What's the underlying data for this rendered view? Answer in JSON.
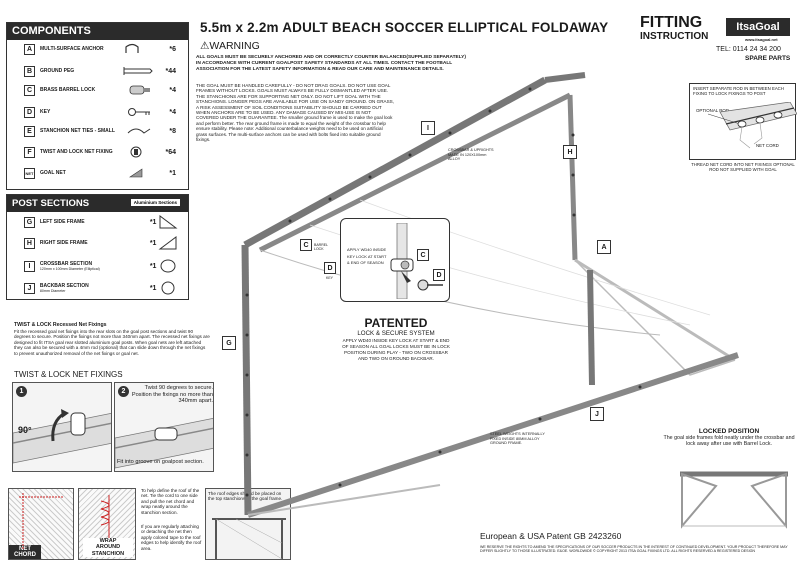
{
  "title": "5.5m x 2.2m ADULT BEACH SOCCER ELLIPTICAL FOLDAWAY",
  "fitting": "FITTING",
  "instruction": "INSTRUCTION",
  "brand": "ItsaGoal",
  "brand_url": "www.itsagoal.net",
  "tel": "TEL: 0114 24 34 200",
  "spare_parts": "SPARE PARTS",
  "components": {
    "heading": "COMPONENTS",
    "items": [
      {
        "letter": "A",
        "name": "MULTI-SURFACE ANCHOR",
        "qty": "*6"
      },
      {
        "letter": "B",
        "name": "GROUND PEG",
        "qty": "*44"
      },
      {
        "letter": "C",
        "name": "BRASS BARREL LOCK",
        "qty": "*4"
      },
      {
        "letter": "D",
        "name": "KEY",
        "qty": "*4"
      },
      {
        "letter": "E",
        "name": "STANCHION NET TIES - SMALL",
        "qty": "*8"
      },
      {
        "letter": "F",
        "name": "TWIST AND LOCK NET FIXING",
        "qty": "*64"
      },
      {
        "letter": "NET",
        "name": "GOAL NET",
        "qty": "*1"
      }
    ]
  },
  "post_sections": {
    "heading": "POST SECTIONS",
    "badge": "Aluminium Sections",
    "items": [
      {
        "letter": "G",
        "name": "LEFT SIDE FRAME",
        "sub": "",
        "qty": "*1"
      },
      {
        "letter": "H",
        "name": "RIGHT SIDE FRAME",
        "sub": "",
        "qty": "*1"
      },
      {
        "letter": "I",
        "name": "CROSSBAR SECTION",
        "sub": "120mm x 100mm Diameter (Elliptical)",
        "qty": "*1"
      },
      {
        "letter": "J",
        "name": "BACKBAR SECTION",
        "sub": "80mm Diameter",
        "qty": "*1"
      }
    ]
  },
  "twist_lock": {
    "heading": "TWIST & LOCK Recessed Net Fixings",
    "body": "Fit the recessed goal net fixings into the rear slots on the goal post sections and twist 90 degrees to secure. Position the fixings not more than 340mm apart. The recessed net fixings are designed to fit ITSA goal rear slotted aluminium goal posts. When goal nets are left attached they can also be secured with a 4mm rod (optional) that can slide down through the net fixings to prevent unauthorized removal of the net fixings or goal net.",
    "subheading": "TWIST & LOCK NET FIXINGS",
    "step1_num": "1",
    "step1_angle": "90°",
    "step1_caption": "Fit into groove on goalpost section.",
    "step2_num": "2",
    "step2_caption": "Twist 90 degrees to secure. Position the fixings no more than 340mm apart."
  },
  "net_boxes": {
    "net_label": "NET",
    "chord_label": "CHORD",
    "wrap_label": "WRAP",
    "around_label": "AROUND",
    "stanchion_label": "STANCHION",
    "help_text": "To help define the roof of the net. Tie the cord to one side and pull the net chord and wrap neatly around the stanchion section.",
    "regular_text": "If you are regularly attaching or detaching the net then apply colored tape to the roof edges to help identify the roof area.",
    "roof_text": "The roof edges should be placed on the top stanchions of the goal frame."
  },
  "warning": {
    "heading": "WARNING",
    "bold_text": "ALL GOALS MUST BE SECURELY ANCHORED AND OR CORRECTLY COUNTER BALANCED(SUPPLIED SEPARATELY) IN ACCORDANCE WITH CURRENT GOALPOST SAFETY STANDARDS AT ALL TIMES. CONTACT THE FOOTBALL ASSOCIATION FOR THE LATEST SAFETY INFORMATION & READ OUR CARE AND MAINTENANCE DETAILS.",
    "body": "THE GOAL MUST BE HANDLED CAREFULLY - DO NOT DRAG GOALS. DO NOT USE GOAL FRAMES WITHOUT LOCKS. GOALS MUST ALWAYS BE FULLY DISMANTLED AFTER USE. THE STANCHIONS ARE FOR SUPPORTING NET ONLY. DO NOT LIFT GOAL WITH THE STANCHIONS. LONGER PEGS ARE AVAILABLE FOR USE ON SANDY GROUND. ON GRASS, A RISK ASSESSMENT OF SOIL CONDITIONS SUITABILITY SHOULD BE CARRIED OUT WHEN ANCHORS ARE TO BE USED. ANY DAMAGE CAUSED BY MIS-USE IS NOT COVERED UNDER THE GUARANTEE. The smaller ground frame is used to make the goal look and perform better. The rear ground frame is made to equal the weight of the crossbar to help ensure stability. Please note: Additional counterbalance weights need to be used on artificial grass surfaces. The multi-surface anchors can be used with bolts fixed into suitable ground fixings."
  },
  "diagram": {
    "crossbar_note": "CROSSBAR & UPRIGHTS MADE IN 120X100mm ALLOY",
    "barrel_lock": "BARREL LOCK",
    "key": "KEY",
    "apply_note": "APPLY WD40 INSIDE KEY LOCK AT START & END OF SEASON",
    "steel_note": "STEEL WEIGHTS INTERNALLY FIXED INSIDE 80MM ALLOY GROUND FRAME.",
    "label_i": "I",
    "label_h": "H",
    "label_a": "A",
    "label_g": "G",
    "label_j": "J",
    "label_c": "C",
    "label_d": "D"
  },
  "patented": {
    "heading": "PATENTED",
    "sub": "LOCK & SECURE SYSTEM",
    "body": "APPLY WD40 INSIDE KEY LOCK AT START & END OF SEASON ALL GOAL LOCKS MUST BE IN LOCK POSITION DURING PLAY - TWO ON CROSSBAR AND TWO ON GROUND BACKBAR."
  },
  "net_cord": {
    "insert": "INSERT SEPARATE ROD IN BETWEEN EACH FIXING TO LOCK FIXINGS TO POST",
    "optional_rod": "OPTIONAL ROD",
    "net_cord": "NET CORD",
    "thread": "THREAD NET CORD INTO NET FIXINGS OPTIONAL ROD NOT SUPPLIED WITH GOAL"
  },
  "locked": {
    "heading": "LOCKED POSITION",
    "body": "The goal side frames fold neatly under the crossbar and lock away after use with Barrel Lock."
  },
  "patent_line": "European & USA Patent GB 2423260",
  "footer": "WE RESERVE THE RIGHTS TO AMEND THE SPECIFICATIONS OF OUR SOCCER PRODUCTS IN THE INTEREST OF CONTINUED DEVELOPMENT. YOUR PRODUCT THEREFORE MAY DIFFER SLIGHTLY TO THOSE ILLUSTRATED. E&OE. WORLDWIDE © COPYRIGHT 2013 ITSA GOAL FIXINGS LTD. ALL RIGHTS RESERVED A REGISTERED DESIGN"
}
